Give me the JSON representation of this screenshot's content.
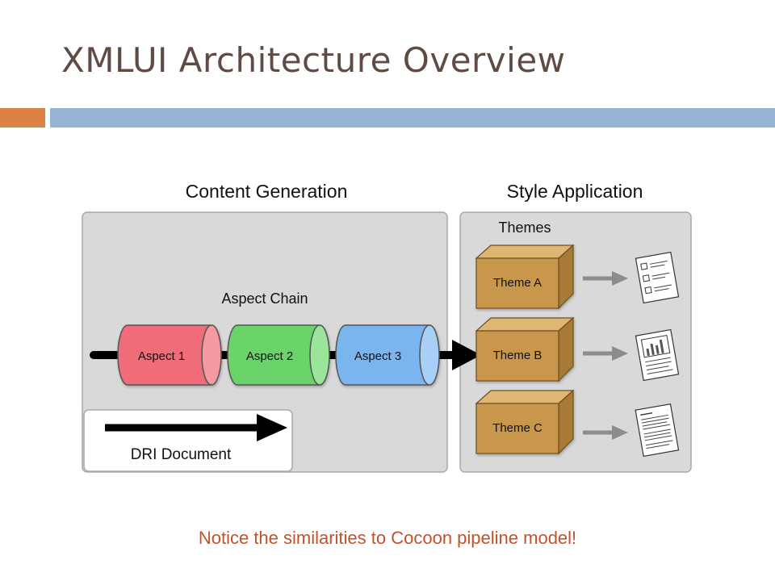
{
  "slide": {
    "title": "XMLUI Architecture Overview",
    "footer_note": "Notice the similarities to Cocoon pipeline model!"
  },
  "diagram": {
    "content_generation": {
      "heading": "Content Generation",
      "aspect_chain_label": "Aspect Chain",
      "aspects": [
        {
          "label": "Aspect 1",
          "color": "#f06c78"
        },
        {
          "label": "Aspect 2",
          "color": "#6ad46b"
        },
        {
          "label": "Aspect 3",
          "color": "#7ab5f0"
        }
      ],
      "dri_document_label": "DRI Document"
    },
    "style_application": {
      "heading": "Style Application",
      "themes_label": "Themes",
      "themes": [
        {
          "label": "Theme A",
          "output": "form-page-icon"
        },
        {
          "label": "Theme B",
          "output": "chart-page-icon"
        },
        {
          "label": "Theme C",
          "output": "text-page-icon"
        }
      ]
    },
    "colors": {
      "panel": "#d9d9d9",
      "box_front": "#c9974c",
      "box_top": "#e0b772",
      "box_side": "#a97a36",
      "accent_orange": "#dd8245",
      "accent_blue": "#94b4d4",
      "title": "#5f4b44",
      "footer": "#c4512a"
    }
  }
}
